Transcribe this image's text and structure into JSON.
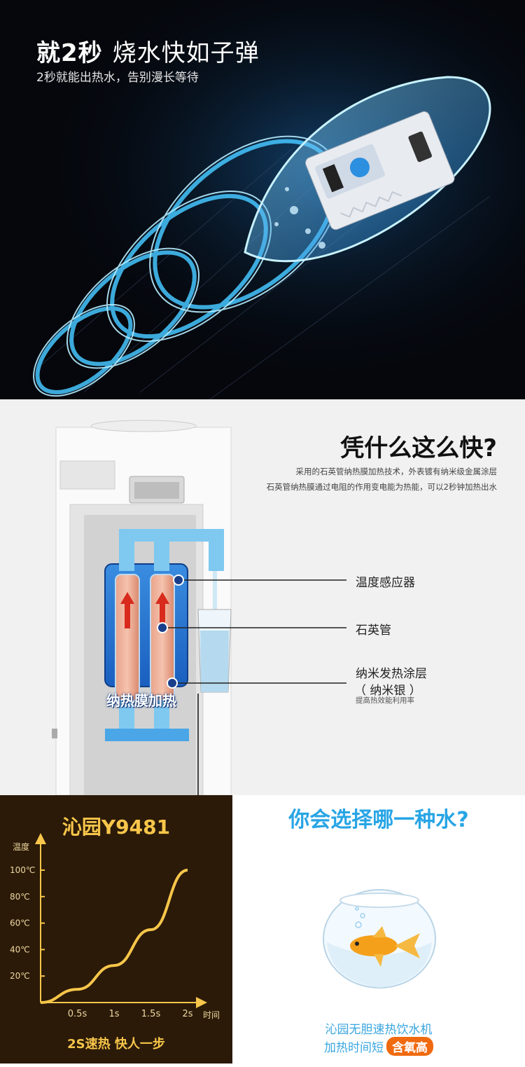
{
  "hero": {
    "title_bold": "就2秒",
    "title_light": "烧水快如子弹",
    "subtitle": "2秒就能出热水，告别漫长等待"
  },
  "why": {
    "title": "凭什么这么快?",
    "desc_line1": "采用的石英管纳热膜加热技术，外表镀有纳米级金属涂层",
    "desc_line2": "石英管纳热膜通过电阻的作用变电能为热能，可以2秒钟加热出水",
    "panel_label": "纳热膜加热",
    "callouts": {
      "sensor": "温度感应器",
      "tube": "石英管",
      "coating": "纳米发热涂层",
      "coating_sub": "（ 纳米银 ）",
      "coating_note": "提高热效能利用率"
    }
  },
  "graph": {
    "title": "沁园Y9481",
    "ylabel": "温度",
    "xlabel": "时间",
    "bottom": "2S速热 快人一步"
  },
  "chart_data": {
    "type": "line",
    "title": "沁园Y9481",
    "xlabel": "时间",
    "ylabel": "温度",
    "x_ticks": [
      "0.5s",
      "1s",
      "1.5s",
      "2s"
    ],
    "y_ticks": [
      "20℃",
      "40℃",
      "60℃",
      "80℃",
      "100℃"
    ],
    "x": [
      0,
      0.5,
      1,
      1.5,
      2
    ],
    "y": [
      0,
      10,
      28,
      55,
      100
    ]
  },
  "choose": {
    "title": "你会选择哪一种水?",
    "line1": "沁园无胆速热饮水机",
    "line2": "加热时间短",
    "badge": "含氧高"
  },
  "colors": {
    "accent_blue": "#28a5e5",
    "gold": "#f7c64a",
    "orange": "#f06a10"
  }
}
